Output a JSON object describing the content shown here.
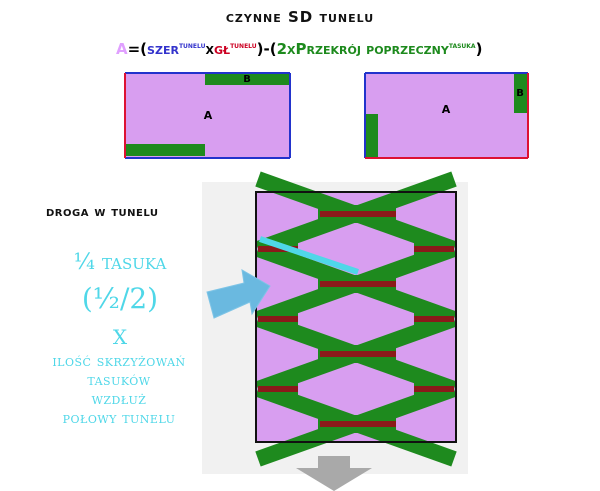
{
  "title": "czynne SD tunelu",
  "formula": {
    "a": "A",
    "eq_open": "=(",
    "szer": "szer",
    "tunelu_sup_1": "tunelu",
    "x1": "x",
    "gl": "gł",
    "tunelu_sup_2": "tunelu",
    "mid": ")-(",
    "rest": "2xPrzekrój poprzeczny",
    "tasuka_sup": "tasuka",
    "close": ")"
  },
  "diagram_labels": {
    "left_a": "A",
    "left_b": "B",
    "right_a": "A",
    "right_b": "B"
  },
  "road": {
    "title": "droga w tunelu",
    "line1": "¼ tasuka",
    "line2": "(½/2)",
    "line3": "x",
    "line4": "ilość skrzyżowań",
    "line5": "tasuków",
    "line6": "wzdłuż",
    "line7": "połowy tunelu"
  },
  "colors": {
    "lilac": "#d89ef0",
    "green": "#1e8a1e",
    "dark_red": "#8b1a1a",
    "cyan": "#4fd7e8",
    "blue": "#2233cc",
    "red": "#dd1133"
  }
}
